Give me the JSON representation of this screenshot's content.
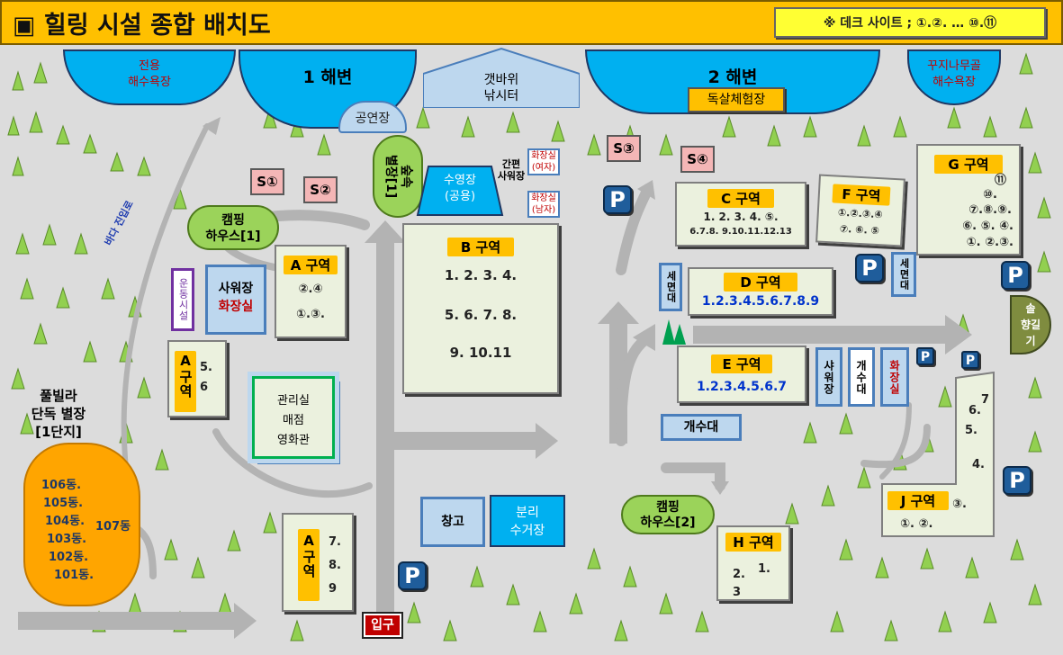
{
  "title": "▣ 힐링 시설 종합 배치도",
  "deck_note": "※ 데크 사이트 ; ①.②. … ⑩.⑪",
  "beaches": {
    "private_line1": "전용",
    "private_line2": "해수욕장",
    "beach1": "1 해변",
    "beach2": "2 해변",
    "ggujji_line1": "꾸지나무골",
    "ggujji_line2": "해수욕장"
  },
  "fishing": {
    "line1": "갯바위",
    "line2": "낚시터"
  },
  "amphitheater": "공연장",
  "mudflat": "독살체험장",
  "restrooms": [
    "S①",
    "S②",
    "S③",
    "S④"
  ],
  "forest_house": {
    "lines": [
      "숲속",
      "별장[1]"
    ]
  },
  "pool": {
    "line1": "수영장",
    "line2": "(공용)"
  },
  "simple_shower": {
    "line1": "간편",
    "line2": "사워장"
  },
  "restroom_women": {
    "line1": "화장실",
    "line2": "(여자)"
  },
  "restroom_men": {
    "line1": "화장실",
    "line2": "(남자)"
  },
  "camping1": {
    "line1": "캠핑",
    "line2": "하우스[1]"
  },
  "camping2": {
    "line1": "캠핑",
    "line2": "하우스[2]"
  },
  "sports": "운동시설",
  "shower_restroom": {
    "line1": "사워장",
    "line2": "화장실"
  },
  "zones": {
    "A1": {
      "label": "A 구역",
      "row1": "②.④",
      "row2": "①.③."
    },
    "A2": {
      "label": "A구역",
      "row1": "5.",
      "row2": "6"
    },
    "A3": {
      "label": "A구역",
      "row1": "7.",
      "row2": "8.",
      "row3": "9"
    },
    "B": {
      "label": "B 구역",
      "row1": "1. 2. 3. 4.",
      "row2": "5. 6. 7. 8.",
      "row3": "9. 10.11"
    },
    "C": {
      "label": "C 구역",
      "row1": "1. 2. 3. 4. ⑤.",
      "row2": "6.7.8. 9.10.11.12.13"
    },
    "D": {
      "label": "D 구역",
      "row1": "1.2.3.4.5.6.7.8.9"
    },
    "E": {
      "label": "E 구역",
      "row1": "1.2.3.4.5.6.7"
    },
    "F": {
      "label": "F 구역",
      "row1": "①.②.③.④",
      "row2": "⑦. ⑥. ⑤"
    },
    "G": {
      "label": "G 구역",
      "row1": "⑪",
      "row2": "⑩.",
      "row3": "⑦.⑧.⑨.",
      "row4": "⑥. ⑤. ④.",
      "row5": "①. ②.③."
    },
    "H": {
      "label": "H 구역",
      "row1": "1.",
      "row2": "2.",
      "row3": "3"
    },
    "J": {
      "label": "J 구역",
      "col1": "7",
      "col2": "6.",
      "col3": "5.",
      "col4": "4.",
      "col5": "③.",
      "row1": "①. ②."
    }
  },
  "office": {
    "line1": "관리실",
    "line2": "매점",
    "line3": "영화관"
  },
  "storage": "창고",
  "recycling": {
    "line1": "분리",
    "line2": "수거장"
  },
  "sink": "개수대",
  "sink_vertical": "개수대",
  "wash_vertical": "세면대",
  "wash_vertical2": "세면대",
  "shower_vertical": "샤워장",
  "restroom_vertical": "화장실",
  "pine_trail": {
    "line1": "솔",
    "line2": "향길",
    "line3": "기"
  },
  "sea_path": "바다 진입로",
  "villa": {
    "line1": "풀빌라",
    "line2": "단독 별장",
    "line3": "[1단지]"
  },
  "villa_units": [
    "106동.",
    "105동.",
    "104동.",
    "103동.",
    "102동.",
    "101동.",
    "107동"
  ],
  "entrance": "입구",
  "parking": "P",
  "colors": {
    "title_bg": "#ffc000",
    "beach": "#00b0f0",
    "zone": "#ebf1de",
    "zone_label": "#ffc000",
    "parking": "#1f5d9b",
    "tree": "#92d050"
  }
}
